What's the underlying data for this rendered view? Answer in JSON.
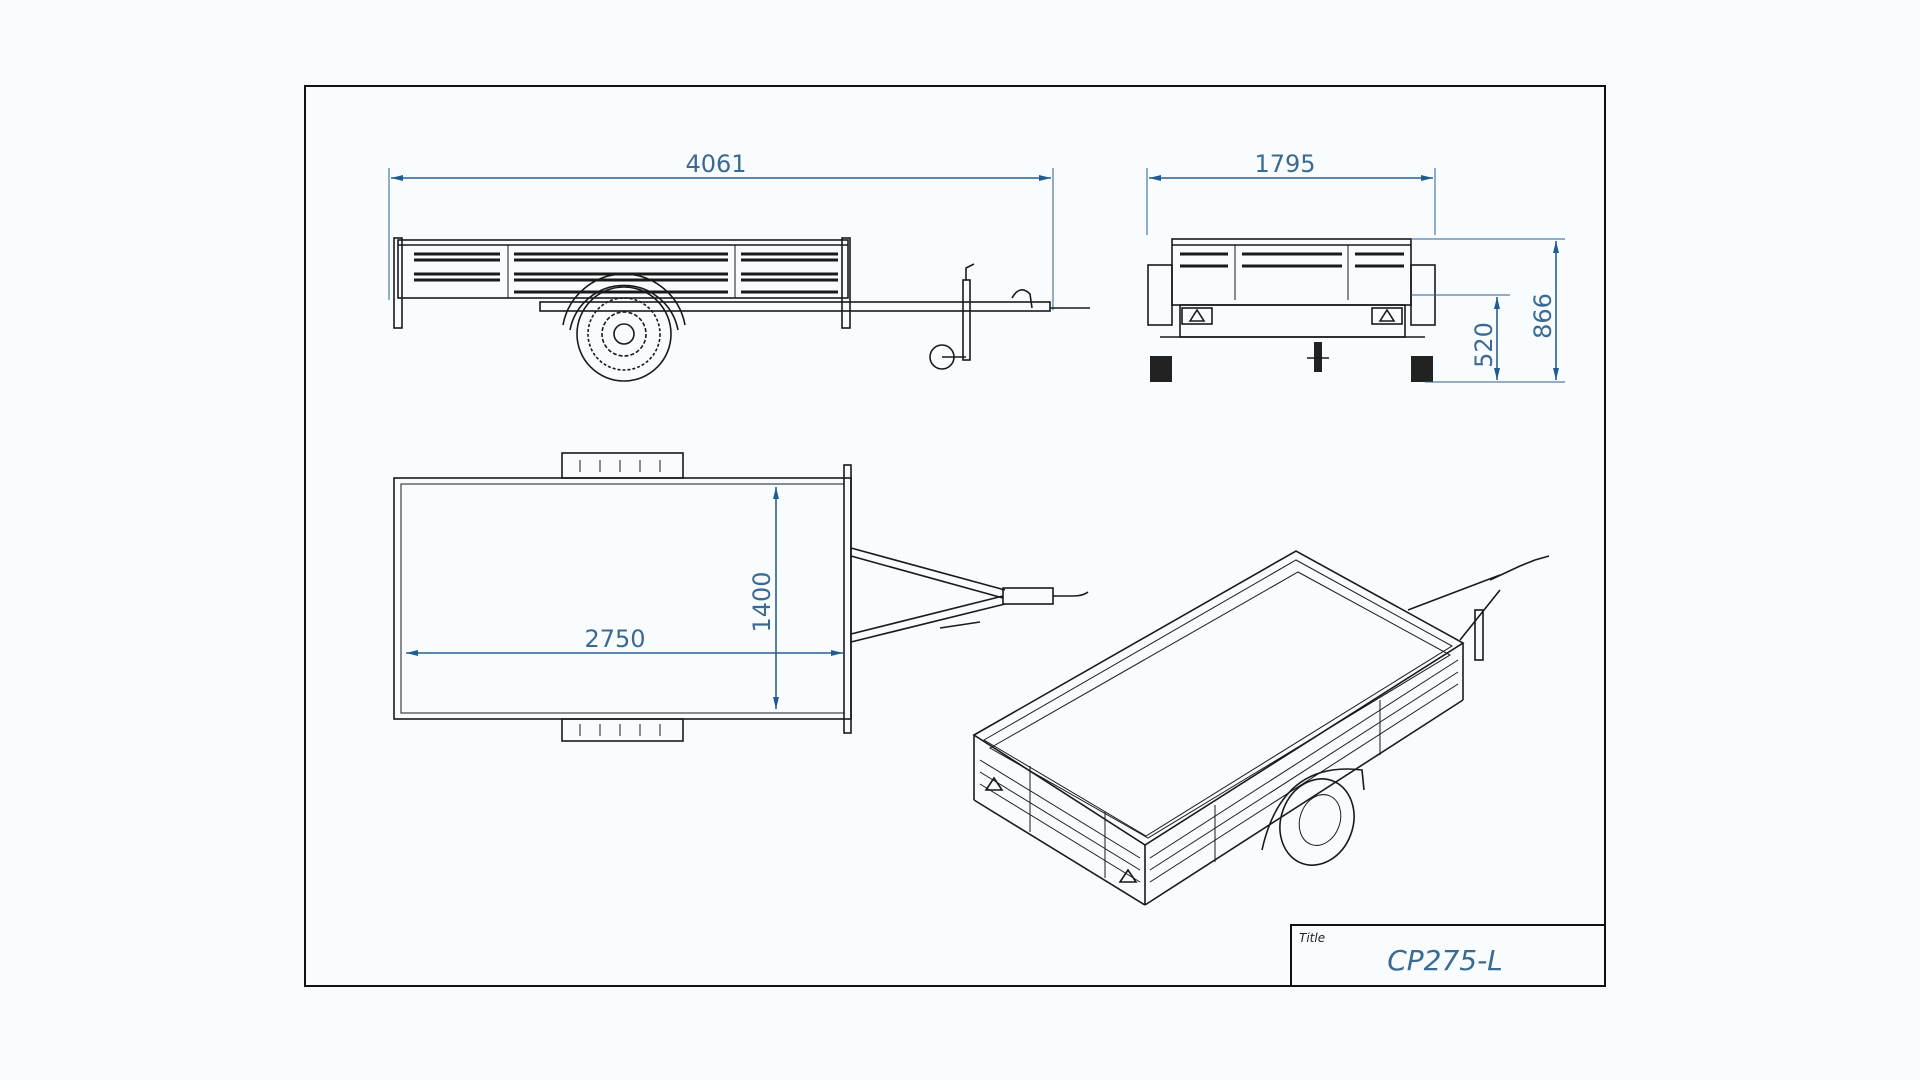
{
  "drawing": {
    "dimensions": {
      "overall_length": "4061",
      "overall_width": "1795",
      "platform_height": "520",
      "overall_height": "866",
      "inner_length": "2750",
      "inner_width": "1400"
    },
    "title_block": {
      "label": "Title",
      "value": "CP275-L"
    },
    "colors": {
      "dimension": "#1f5c93",
      "linework": "#1a1a1a",
      "background": "#f7fbfd"
    }
  }
}
